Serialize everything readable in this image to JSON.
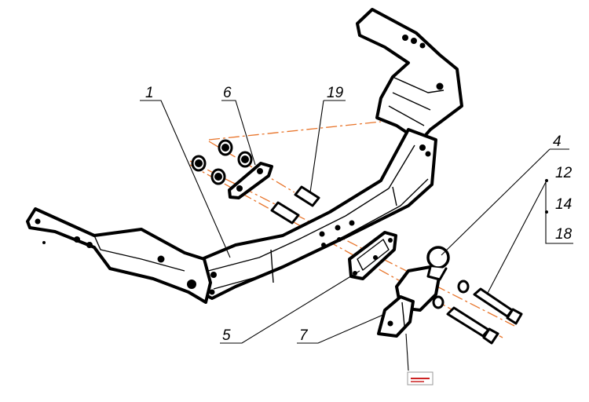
{
  "callouts": {
    "c1": "1",
    "c4": "4",
    "c5": "5",
    "c6": "6",
    "c7": "7",
    "c12": "12",
    "c14": "14",
    "c18": "18",
    "c19": "19"
  },
  "colors": {
    "line": "#000000",
    "axis": "#e8742a",
    "background": "#ffffff",
    "stamp": "#cc2222"
  }
}
